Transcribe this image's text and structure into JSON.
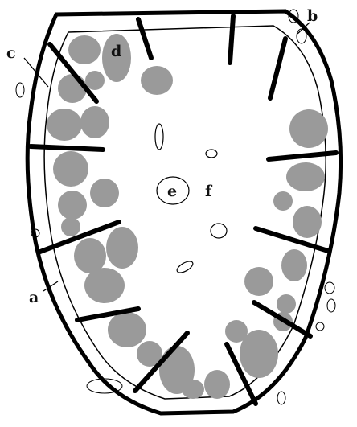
{
  "labels": {
    "a": "a",
    "b": "b",
    "c": "c",
    "d": "d",
    "e": "e",
    "f": "f"
  },
  "colors": {
    "outline": "#000000",
    "granule": "#9a9a9a",
    "background": "#ffffff"
  }
}
